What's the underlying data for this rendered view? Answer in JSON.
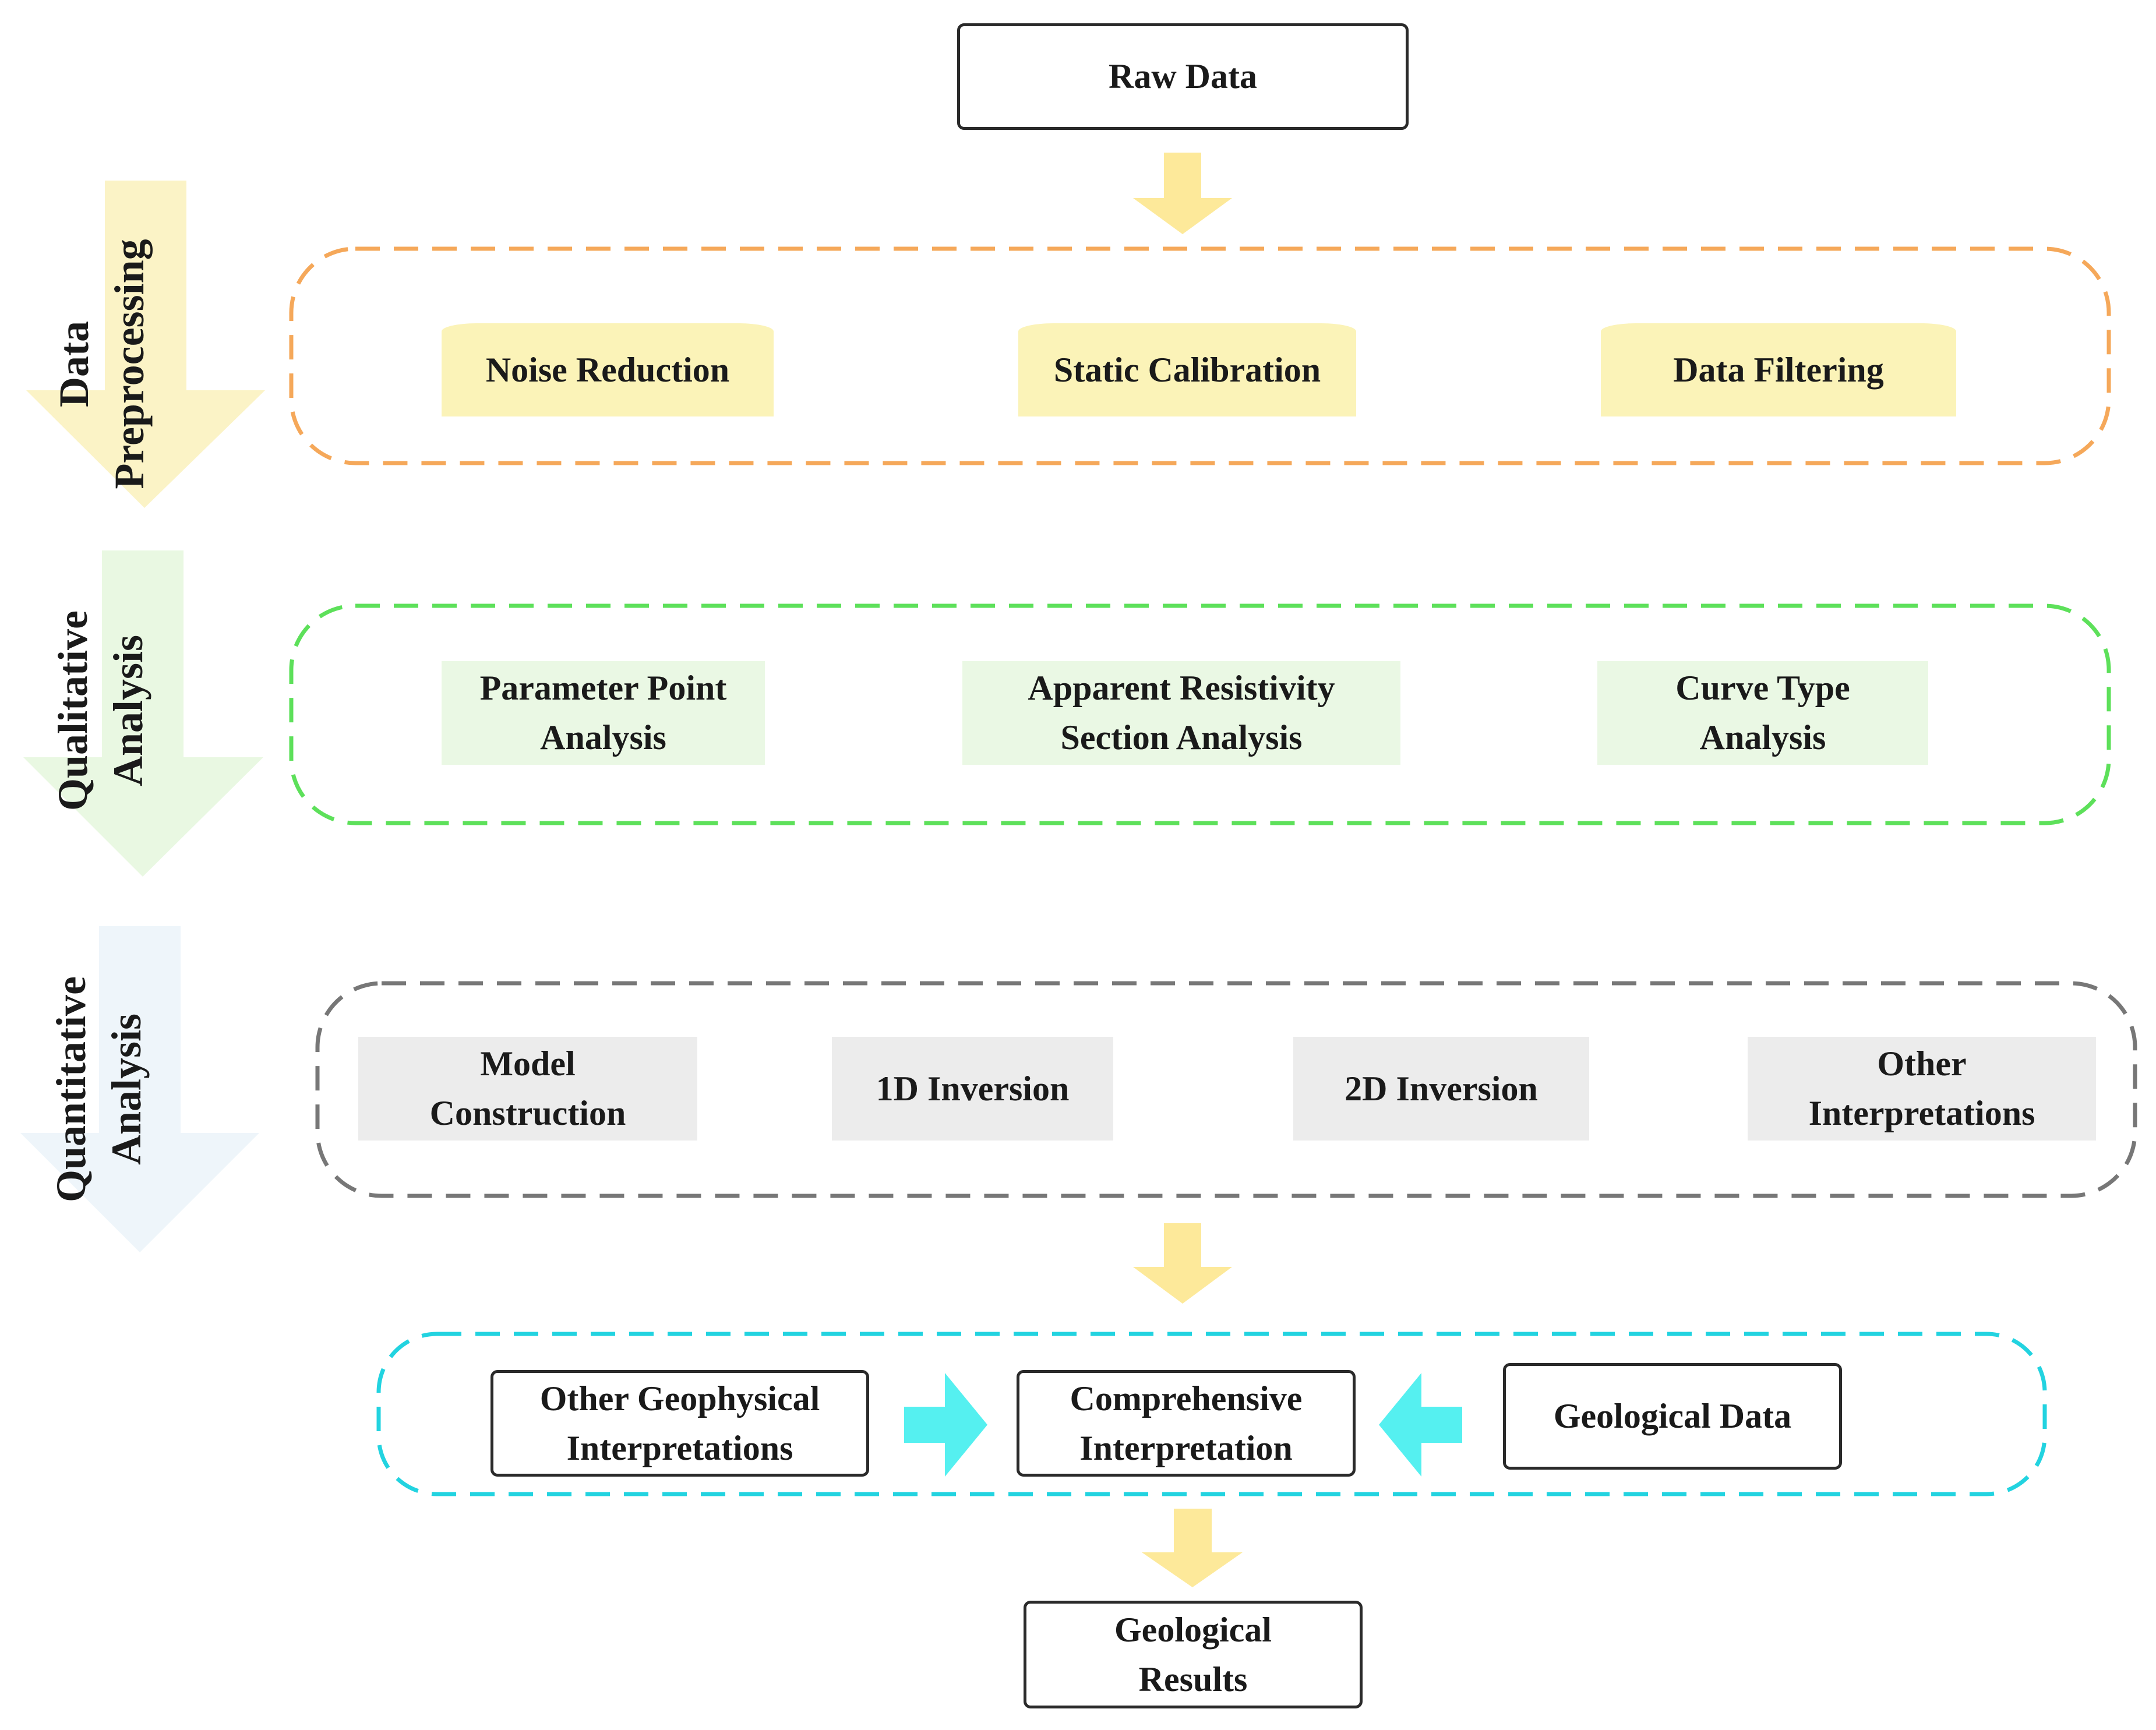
{
  "start": {
    "label": "Raw Data"
  },
  "stages": {
    "preprocessing": {
      "side_label": [
        "Data",
        "Preprocessing"
      ],
      "steps": [
        "Noise Reduction",
        "Static Calibration",
        "Data Filtering"
      ],
      "color": "#f5a85a",
      "fill": "#fbf3b8"
    },
    "qualitative": {
      "side_label": [
        "Qualitative",
        "Analysis"
      ],
      "steps": [
        [
          "Parameter Point",
          "Analysis"
        ],
        [
          "Apparent Resistivity",
          "Section Analysis"
        ],
        [
          "Curve Type",
          "Analysis"
        ]
      ],
      "color": "#5de05a",
      "fill": "#eaf8e4"
    },
    "quantitative": {
      "side_label": [
        "Quantitative",
        "Analysis"
      ],
      "steps": [
        [
          "Model",
          "Construction"
        ],
        "1D Inversion",
        "2D Inversion",
        [
          "Other",
          "Interpretations"
        ]
      ],
      "color": "#777777",
      "fill": "#ececec"
    },
    "integration": {
      "inputs": {
        "left": [
          "Other Geophysical",
          "Interpretations"
        ],
        "center": [
          "Comprehensive",
          "Interpretation"
        ],
        "right": "Geological Data"
      },
      "color": "#22d3e0",
      "arrow_color": "#55f0f0"
    }
  },
  "end": {
    "label": [
      "Geological",
      "Results"
    ]
  },
  "colors": {
    "flow_arrow": "#fde99a",
    "box_border": "#2a2a2a"
  }
}
